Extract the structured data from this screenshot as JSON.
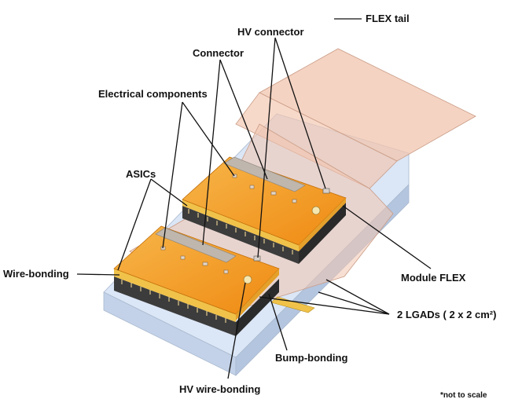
{
  "labels": {
    "flex_tail": "FLEX tail",
    "hv_connector": "HV connector",
    "connector": "Connector",
    "electrical_components": "Electrical components",
    "asics": "ASICs",
    "wire_bonding": "Wire-bonding",
    "module_flex": "Module FLEX",
    "lgads": "2  LGADs ( 2 x 2 cm²)",
    "bump_bonding": "Bump-bonding",
    "hv_wire_bonding": "HV wire-bonding",
    "not_to_scale": "*not to scale"
  },
  "colors": {
    "flex": "#f2c4ae",
    "asic": "#f59b1e",
    "asic_light": "#f8b84a",
    "base_plate": "#dbe6f6",
    "lgad": "#3c3c3c",
    "bond": "#f0c24a"
  }
}
